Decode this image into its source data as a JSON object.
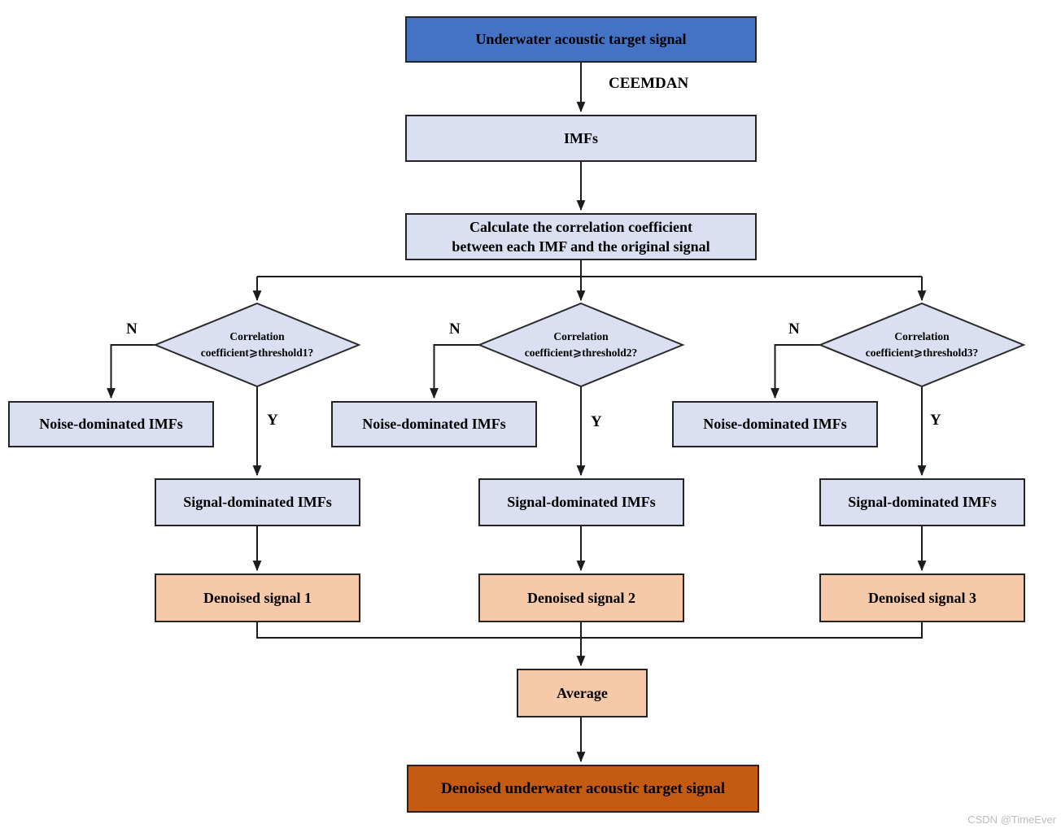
{
  "colors": {
    "node-blue": "#4472c4",
    "node-lavender": "#dae0f2",
    "node-peach": "#f6c9a8",
    "node-orange": "#c55a11",
    "line": "#1c1c1c",
    "text": "#000000",
    "watermark": "#bcbcbc"
  },
  "flow": {
    "source": "Underwater acoustic target signal",
    "edge_label": "CEEMDAN",
    "imfs": "IMFs",
    "calc_line1": "Calculate the correlation coefficient",
    "calc_line2": "between each IMF and the original signal",
    "average": "Average",
    "output": "Denoised underwater acoustic target signal"
  },
  "branches": [
    {
      "decision_line1": "Correlation",
      "decision_line2": "coefficient⩾threshold1?",
      "no": "N",
      "yes": "Y",
      "noise": "Noise-dominated IMFs",
      "signal": "Signal-dominated IMFs",
      "denoised": "Denoised signal 1"
    },
    {
      "decision_line1": "Correlation",
      "decision_line2": "coefficient⩾threshold2?",
      "no": "N",
      "yes": "Y",
      "noise": "Noise-dominated IMFs",
      "signal": "Signal-dominated IMFs",
      "denoised": "Denoised signal 2"
    },
    {
      "decision_line1": "Correlation",
      "decision_line2": "coefficient⩾threshold3?",
      "no": "N",
      "yes": "Y",
      "noise": "Noise-dominated IMFs",
      "signal": "Signal-dominated IMFs",
      "denoised": "Denoised signal 3"
    }
  ],
  "watermark": "CSDN @TimeEver"
}
